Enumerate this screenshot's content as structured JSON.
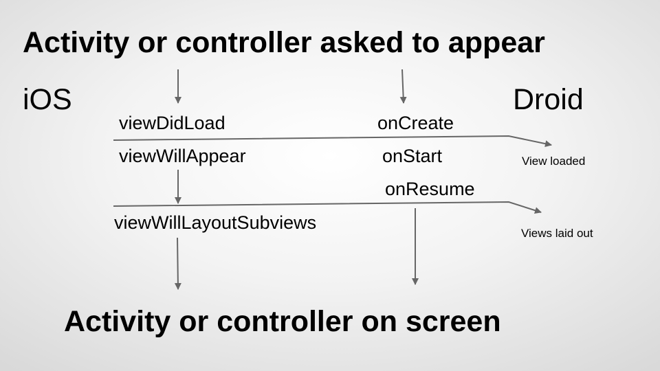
{
  "slide": {
    "title_top": "Activity or controller asked to appear",
    "title_bottom": "Activity or controller on screen",
    "ios_label": "iOS",
    "droid_label": "Droid"
  },
  "ios_methods": [
    "viewDidLoad",
    "viewWillAppear",
    "viewWillLayoutSubviews"
  ],
  "droid_methods": [
    "onCreate",
    "onStart",
    "onResume"
  ],
  "milestones": [
    "View loaded",
    "Views laid out"
  ],
  "colors": {
    "arrow": "#666666",
    "text": "#000000"
  }
}
